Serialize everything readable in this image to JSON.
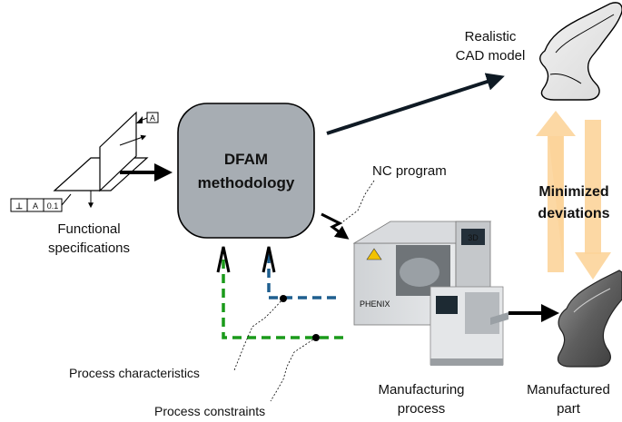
{
  "center": {
    "line1": "DFAM",
    "line2": "methodology"
  },
  "labels": {
    "functional_specs_line1": "Functional",
    "functional_specs_line2": "specifications",
    "cad_line1": "Realistic",
    "cad_line2": "CAD model",
    "nc_program": "NC program",
    "minimized_line1": "Minimized",
    "minimized_line2": "deviations",
    "process_characteristics": "Process characteristics",
    "process_constraints": "Process constraints",
    "manufacturing_line1": "Manufacturing",
    "manufacturing_line2": "process",
    "manufactured_line1": "Manufactured",
    "manufactured_line2": "part"
  },
  "tolerance_frame": {
    "symbol": "⊥",
    "datum": "A",
    "value": "0.1",
    "datum_flag": "A"
  },
  "machine": {
    "brand_label": "PHENIX",
    "panel_label": "3D"
  },
  "colors": {
    "box_fill": "#a7adb3",
    "arrow_dark": "#0f1a24",
    "dashed_blue": "#1f5f8f",
    "dashed_green": "#1a9a1a",
    "deviation_arrow": "#fcd49a"
  }
}
